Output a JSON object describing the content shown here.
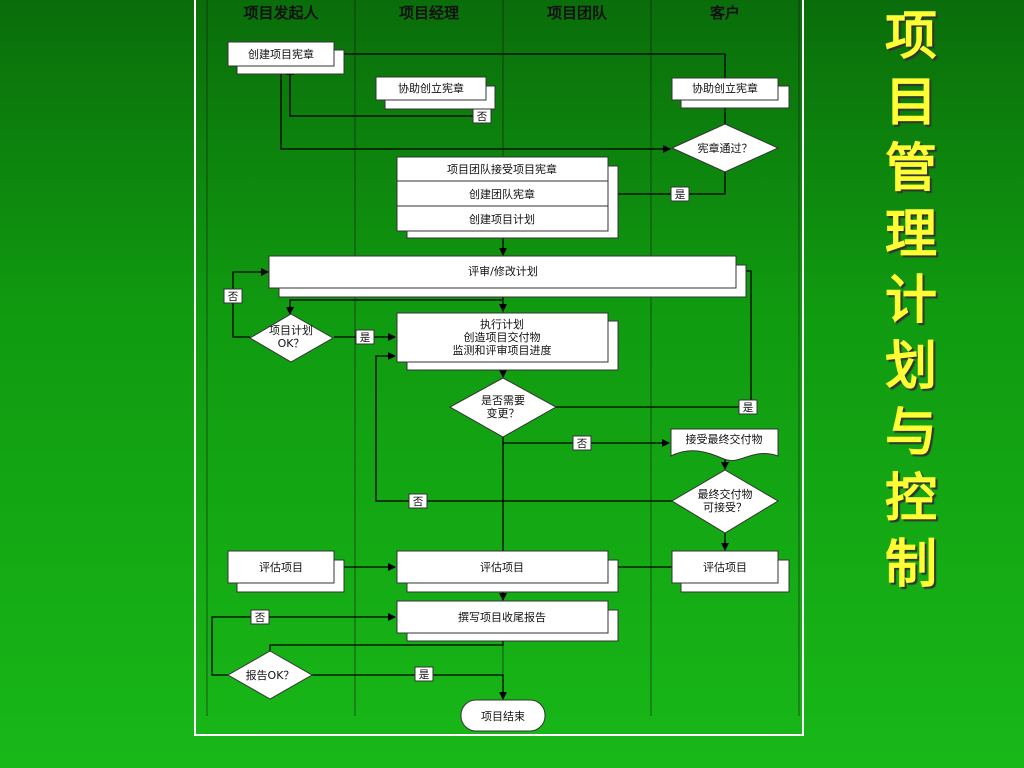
{
  "side_title": "项目管理计划与控制",
  "lanes": [
    "项目发起人",
    "项目经理",
    "项目团队",
    "客户"
  ],
  "nodes": {
    "create_charter": "创建项目宪章",
    "assist_pm": "协助创立宪章",
    "assist_client": "协助创立宪章",
    "charter_pass": "宪章通过？",
    "team_accept": "项目团队接受项目宪章",
    "team_charter": "创建团队宪章",
    "create_plan": "创建项目计划",
    "review_plan": "评审/修改计划",
    "plan_ok_1": "项目计划",
    "plan_ok_2": "OK？",
    "exec_1": "执行计划",
    "exec_2": "创造项目交付物",
    "exec_3": "监测和评审项目进度",
    "need_change_1": "是否需要",
    "need_change_2": "变更？",
    "accept_final": "接受最终交付物",
    "final_ok_1": "最终交付物",
    "final_ok_2": "可接受？",
    "eval_sponsor": "评估项目",
    "eval_pm": "评估项目",
    "eval_client": "评估项目",
    "report": "撰写项目收尾报告",
    "report_ok": "报告OK？",
    "end": "项目结束"
  },
  "labels": {
    "no_charter": "否",
    "yes_charter": "是",
    "no_plan": "否",
    "yes_plan": "是",
    "yes_change": "是",
    "no_change": "否",
    "no_final": "否",
    "no_report": "否",
    "yes_report": "是"
  }
}
